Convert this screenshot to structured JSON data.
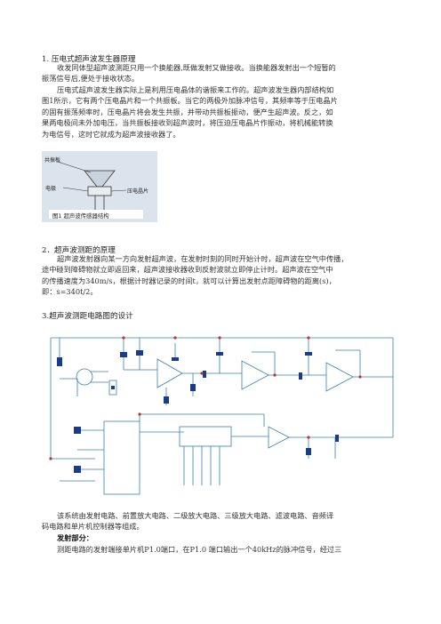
{
  "section1": {
    "heading": "1. 压电式超声波发生器原理",
    "para1_lines": [
      "收发同体型超声波测距只用一个换能器,既做发射又做接收。当换能器发射出一个短暂的",
      "振荡信号后,便处于接收状态。"
    ],
    "para2_lines": [
      "压电式超声波发生器实际上是利用压电晶体的谐振来工作的。超声波发生器内部结构如",
      "图1所示，它有两个压电晶片和一个共振板。当它的两极外加脉冲信号，其频率等于压电晶片",
      "的固有振荡频率时，压电晶片将会发生共振，并带动共振板振动，便产生超声波。反之，如",
      "果两电极间未外加电压，当共振板接收到超声波时，将压迫压电晶片作振动，将机械能转换",
      "为电信号，这时它就成为超声波接收器了。"
    ]
  },
  "figure1": {
    "label_top": "共振板",
    "label_left": "电极",
    "label_right": "压电晶片",
    "caption": "图1 超声波传感器结构"
  },
  "section2": {
    "heading": "2．超声波测距的原理",
    "para_lines": [
      "超声波发射器向某一方向发射超声波，在发射时刻的同时开始计时，超声波在空气中传播，",
      "途中碰到障碍物就立即返回来，超声波接收器收到反射波就立即停止计时。超声波在空气中",
      "的传播速度为340m/s，根据计时器记录的时间t，就可以计算出发射点距障碍物的距离(s)，",
      "即：s=340t/2。"
    ]
  },
  "section3": {
    "heading": "3.超声波测距电路图的设计",
    "para_lines": [
      "该系统由发射电路、前置放大电路、二级放大电路、三级放大电路、滤波电路、音频译",
      "码电路和单片机控制器等组成。"
    ],
    "subheading": "发射部分：",
    "last_line": "测距电路的发射端接单片机P1.0端口，在P1.0 端口输出一个40kHz的脉冲信号，经过三"
  },
  "colors": {
    "circuit_line": "#3a7fb0",
    "component": "#1a3b8a",
    "node_red": "#c23030",
    "figure_bg": "#dbe3ec"
  }
}
